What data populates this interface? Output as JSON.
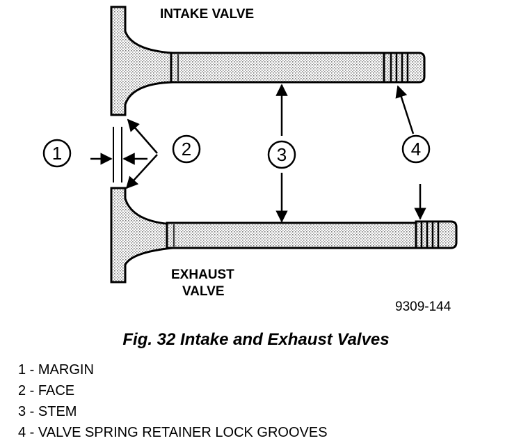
{
  "diagram": {
    "top_label": "INTAKE VALVE",
    "bottom_label_line1": "EXHAUST",
    "bottom_label_line2": "VALVE",
    "figure_code": "9309-144",
    "callouts": [
      "1",
      "2",
      "3",
      "4"
    ]
  },
  "caption": "Fig. 32 Intake and Exhaust Valves",
  "legend": [
    "1 - MARGIN",
    "2 - FACE",
    "3 - STEM",
    "4 - VALVE SPRING RETAINER LOCK GROOVES"
  ],
  "colors": {
    "ink": "#000000",
    "shade": "#b8b8b8",
    "paper": "#ffffff"
  }
}
